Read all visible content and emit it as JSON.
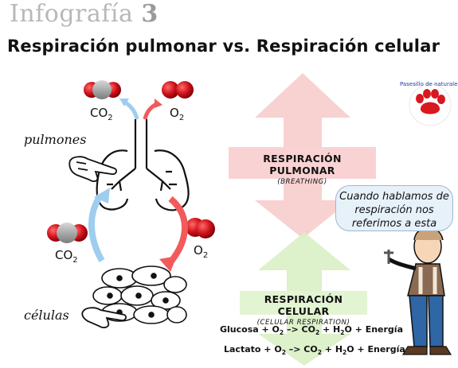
{
  "header": {
    "series_label": "Infografía",
    "series_number": "3",
    "title": "Respiración pulmonar vs. Respiración celular"
  },
  "molecules": {
    "co2_top": "CO",
    "o2_top": "O",
    "co2_left": "CO",
    "o2_right": "O",
    "subscript": "2"
  },
  "labels": {
    "lungs": "pulmones",
    "cells": "células"
  },
  "pulmonary_box": {
    "title": "RESPIRACIÓN PULMONAR",
    "subtitle": "(BREATHING)"
  },
  "cellular_box": {
    "title": "RESPIRACIÓN CELULAR",
    "subtitle": "(CELULAR RESPIRATION)"
  },
  "equations": {
    "glucose_start": "Glucosa + O",
    "lactate_start": "Lactato + O",
    "arrow_part": " –> CO",
    "plus_h2o": " + H",
    "o_part": "O + Energía",
    "sub2": "2"
  },
  "speech_bubble": "Cuando hablamos de respiración nos referimos a esta",
  "logo": {
    "text": "Pasesillo de naturales"
  },
  "colors": {
    "red_arrow": "#f25b5b",
    "blue_arrow": "#9fcdee",
    "pulmonary_bg": "#f9d3d3",
    "cellular_bg": "#e3f4d2",
    "red_big_arrow": "#f7c6c6",
    "green_big_arrow": "#d9f0c4",
    "co2_grey": "#a0a0a0",
    "o2_red": "#c8141c"
  }
}
